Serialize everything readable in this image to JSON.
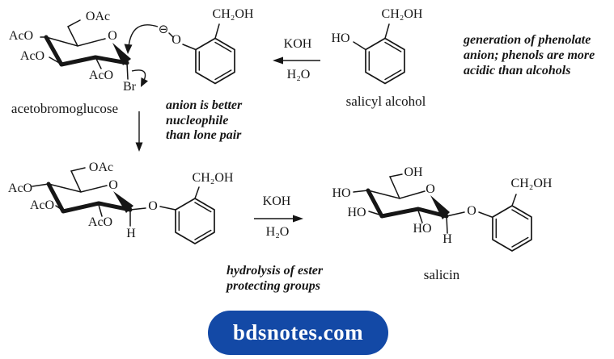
{
  "abg": {
    "caption": "acetobromoglucose",
    "oac": "OAc",
    "aco1": "AcO",
    "aco2": "AcO",
    "aco3": "AcO",
    "ring_o": "O",
    "br": "Br"
  },
  "phenolate": {
    "charge": "⊖",
    "o": "O",
    "ch2oh": "CH₂OH"
  },
  "step1_arrow": {
    "reagent": "KOH",
    "solvent": "H₂O"
  },
  "salicyl": {
    "caption": "salicyl alcohol",
    "ho": "HO",
    "ch2oh": "CH₂OH"
  },
  "note_phenolate": [
    "generation of phenolate",
    "anion; phenols are more",
    "acidic than alcohols"
  ],
  "note_anion": [
    "anion is better",
    "nucleophile",
    "than lone pair"
  ],
  "intermediate": {
    "oac": "OAc",
    "aco1": "AcO",
    "aco2": "AcO",
    "aco3": "AcO",
    "ring_o": "O",
    "h": "H",
    "o_glyc": "O",
    "ch2oh": "CH₂OH"
  },
  "step2_arrow": {
    "reagent": "KOH",
    "solvent": "H₂O"
  },
  "note_hydrolysis": [
    "hydrolysis of ester",
    "protecting groups"
  ],
  "salicin": {
    "caption": "salicin",
    "oh": "OH",
    "ho1": "HO",
    "ho2": "HO",
    "ho3": "HO",
    "ring_o": "O",
    "h": "H",
    "o_glyc": "O",
    "ch2oh": "CH₂OH"
  },
  "watermark": {
    "label": "bdsnotes.com",
    "background": "#1349a6",
    "color": "#ffffff"
  }
}
